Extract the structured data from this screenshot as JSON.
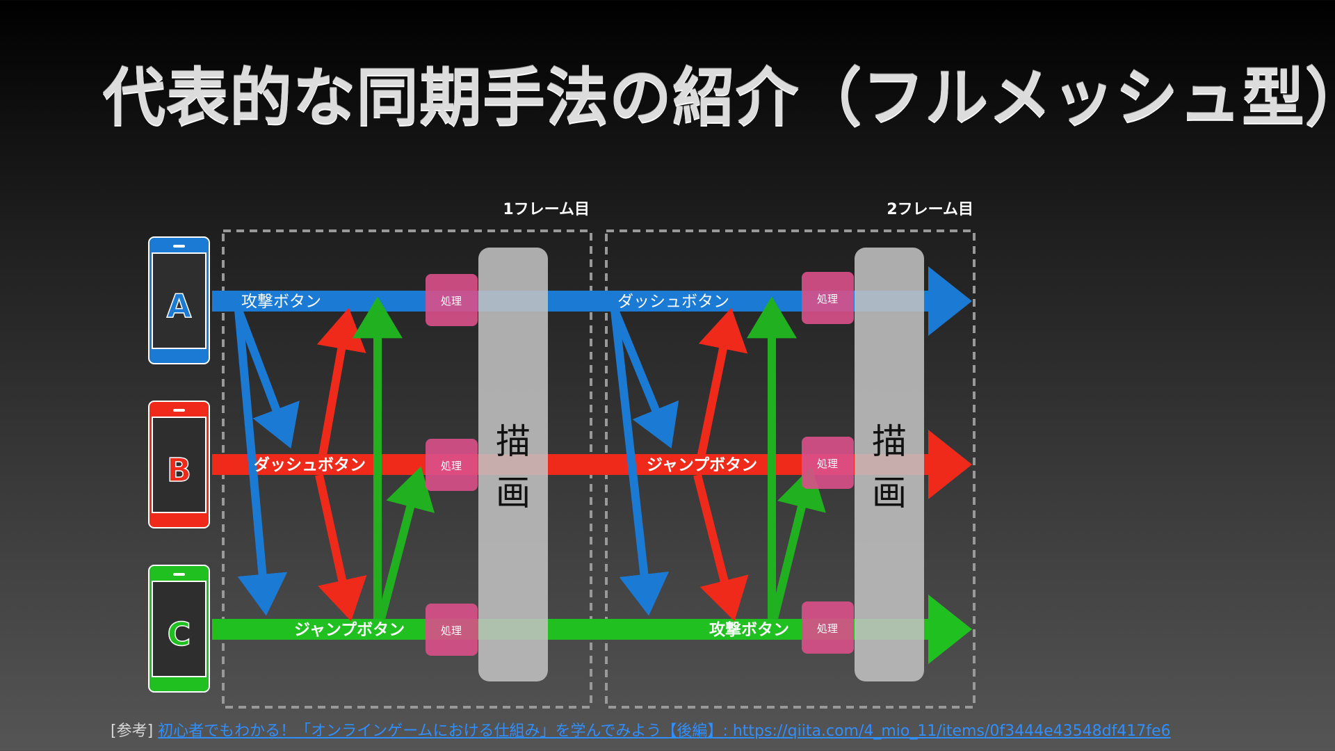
{
  "slide": {
    "title": "代表的な同期手法の紹介（フルメッシュ型）"
  },
  "frames": [
    {
      "label": "1フレーム目",
      "render_label": [
        "描",
        "画"
      ]
    },
    {
      "label": "2フレーム目",
      "render_label": [
        "描",
        "画"
      ]
    }
  ],
  "devices": [
    {
      "id": "A",
      "letter": "A",
      "color": "#1a7ad4"
    },
    {
      "id": "B",
      "letter": "B",
      "color": "#f02a1a"
    },
    {
      "id": "C",
      "letter": "C",
      "color": "#20c020"
    }
  ],
  "processing_label": "処理",
  "inputs": {
    "frame1": {
      "A": "攻撃ボタン",
      "B": "ダッシュボタン",
      "C": "ジャンプボタン"
    },
    "frame2": {
      "A": "ダッシュボタン",
      "B": "ジャンプボタン",
      "C": "攻撃ボタン"
    }
  },
  "footer": {
    "prefix": "[参考]",
    "link_text": "初心者でもわかる！「オンラインゲームにおける仕組み」を学んでみよう【後編】: https://qiita.com/4_mio_11/items/0f3444e43548df417fe6"
  }
}
